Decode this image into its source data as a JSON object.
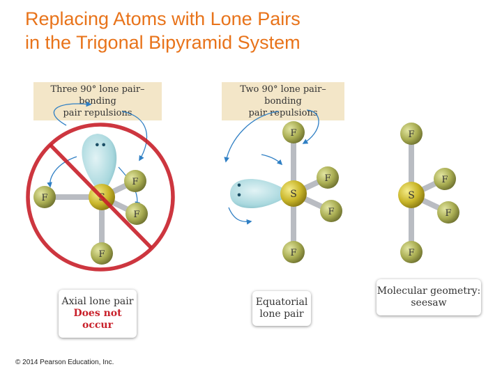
{
  "slide": {
    "title_line1": "Replacing Atoms with Lone Pairs",
    "title_line2": "in the Trigonal Bipyramid System",
    "copyright": "© 2014 Pearson Education, Inc."
  },
  "panels": {
    "axial": {
      "tag_line1": "Three 90° lone pair–bonding",
      "tag_line2": "pair repulsions",
      "caption_line1": "Axial lone pair",
      "caption_line2": "Does not occur"
    },
    "equatorial": {
      "tag_line1": "Two 90° lone pair–bonding",
      "tag_line2": "pair repulsions",
      "caption_line1": "Equatorial",
      "caption_line2": "lone pair"
    },
    "geometry": {
      "caption_line1": "Molecular geometry:",
      "caption_line2": "seesaw"
    }
  },
  "atoms": {
    "central": "S",
    "ligand": "F",
    "lone_pair_symbol": "••"
  },
  "colors": {
    "title": "#e8731a",
    "tag_bg": "#f3e6c8",
    "prohibition": "#c8202a",
    "sulfur": "#c9b62a",
    "fluorine": "#a9ad52",
    "lone_pair": "#a9d8de",
    "bond": "#b9bcc2",
    "arrow": "#2f7fc4"
  }
}
